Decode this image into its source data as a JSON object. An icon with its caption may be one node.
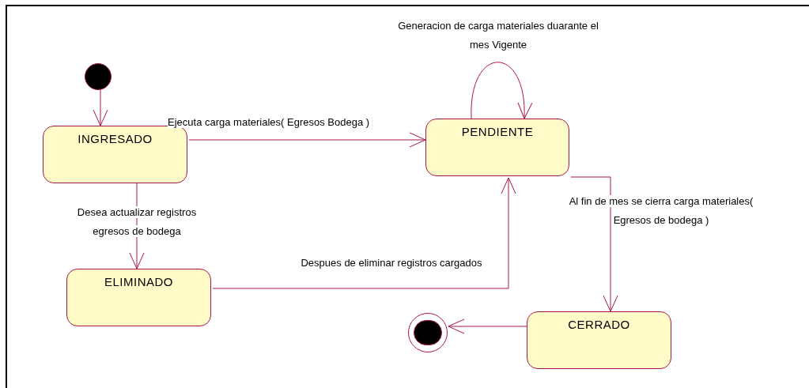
{
  "diagram": {
    "nodes": [
      {
        "text": [],
        "shape": "circle"
      },
      {
        "text": [
          "INGRESADO"
        ]
      },
      {
        "text": [
          "PENDIENTE"
        ]
      },
      {
        "text": [
          "ELIMINADO"
        ]
      },
      {
        "text": [
          "CERRADO"
        ]
      },
      {
        "text": [],
        "shape": "bullseye"
      }
    ],
    "edges": [
      {
        "from": 0,
        "to": 1,
        "arrow": "to"
      },
      {
        "from": 1,
        "to": 2,
        "arrow": "to",
        "label": "Ejecuta carga materiales( Egresos Bodega )"
      },
      {
        "from": 2,
        "to": 2,
        "arrow": "to",
        "label": "Generacion de carga materiales duarante el mes Vigente"
      },
      {
        "from": 1,
        "to": 3,
        "arrow": "to",
        "label": "Desea actualizar registros egresos de bodega"
      },
      {
        "from": 3,
        "to": 2,
        "arrow": "to",
        "label": "Despues de eliminar registros cargados"
      },
      {
        "from": 2,
        "to": 4,
        "arrow": "to",
        "label": "Al fin de mes se cierra carga materiales( Egresos de bodega )"
      },
      {
        "from": 4,
        "to": 5,
        "arrow": "to"
      }
    ]
  }
}
